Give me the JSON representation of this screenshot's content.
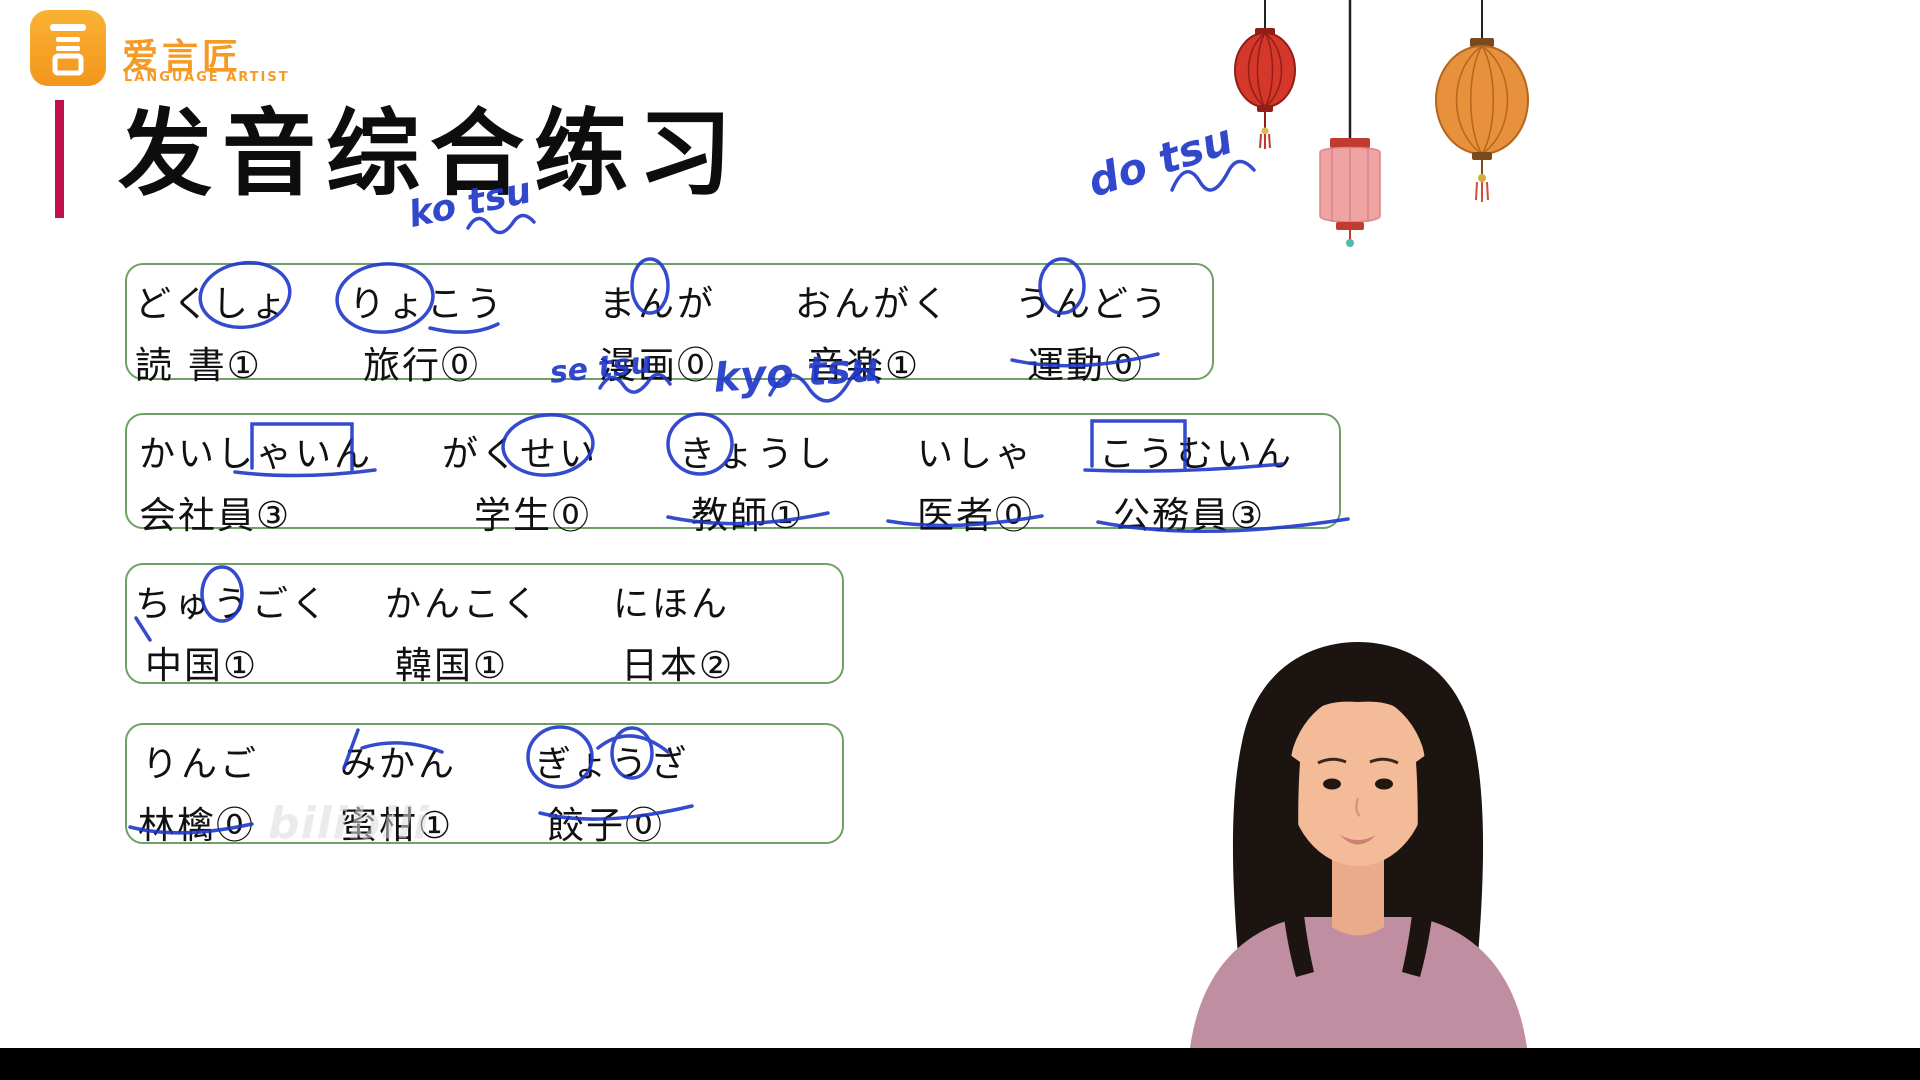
{
  "brand": {
    "name": "爱言匠",
    "subtitle": "LANGUAGE ARTIST"
  },
  "title": "发音综合练习",
  "vocab_boxes": [
    {
      "items": [
        {
          "kana": "どくしょ",
          "kanji": "読 書①"
        },
        {
          "kana": "りょこう",
          "kanji": "旅行⓪"
        },
        {
          "kana": "まんが",
          "kanji": "漫画⓪"
        },
        {
          "kana": "おんがく",
          "kanji": "音楽①"
        },
        {
          "kana": "うんどう",
          "kanji": "運動⓪"
        }
      ]
    },
    {
      "items": [
        {
          "kana": "かいしゃいん",
          "kanji": "会社員③"
        },
        {
          "kana": "がくせい",
          "kanji": "学生⓪"
        },
        {
          "kana": "きょうし",
          "kanji": "教師①"
        },
        {
          "kana": "いしゃ",
          "kanji": "医者⓪"
        },
        {
          "kana": "こうむいん",
          "kanji": "公務員③"
        }
      ]
    },
    {
      "items": [
        {
          "kana": "ちゅうごく",
          "kanji": "中国①"
        },
        {
          "kana": "かんこく",
          "kanji": "韓国①"
        },
        {
          "kana": "にほん",
          "kanji": "日本②"
        }
      ]
    },
    {
      "items": [
        {
          "kana": "りんご",
          "kanji": "林檎⓪"
        },
        {
          "kana": "みかん",
          "kanji": "蜜柑①"
        },
        {
          "kana": "ぎょうざ",
          "kanji": "餃子⓪"
        }
      ]
    }
  ],
  "annotations": {
    "romaji": [
      "ko tsu",
      "se tsu",
      "kyo tsu",
      "do tsu"
    ]
  },
  "watermark": "bilibili",
  "colors": {
    "brand_orange": "#F59A23",
    "accent_crimson": "#C2104A",
    "box_border_green": "#6FA065",
    "ink_blue": "#2038C8",
    "lantern_red": "#D6372B",
    "lantern_pink": "#F0A3A3",
    "lantern_orange": "#E8913C"
  }
}
